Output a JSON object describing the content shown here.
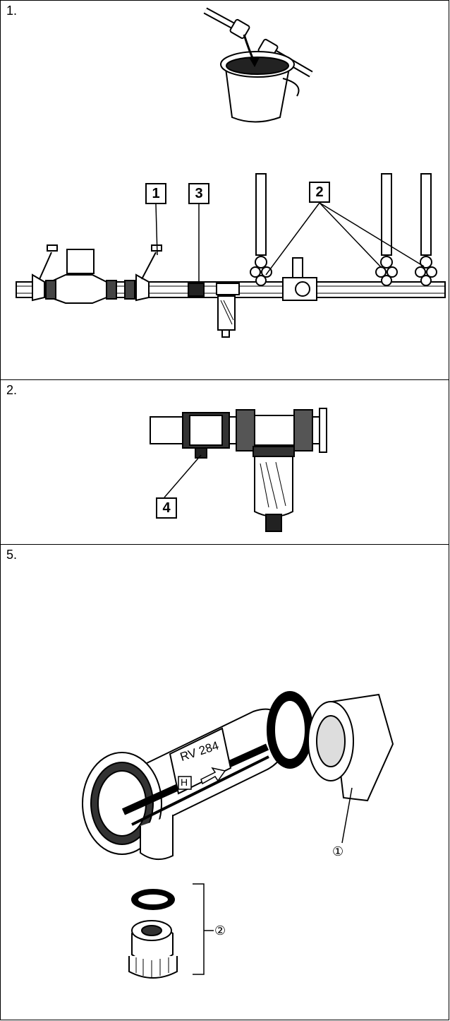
{
  "panels": [
    {
      "step": "1.",
      "callouts": [
        "1",
        "3",
        "2"
      ]
    },
    {
      "step": "2.",
      "callouts": [
        "4"
      ]
    },
    {
      "step": "5.",
      "housing_label": "RV 284",
      "housing_mark": "H",
      "part_labels": [
        "①",
        "②"
      ]
    }
  ]
}
